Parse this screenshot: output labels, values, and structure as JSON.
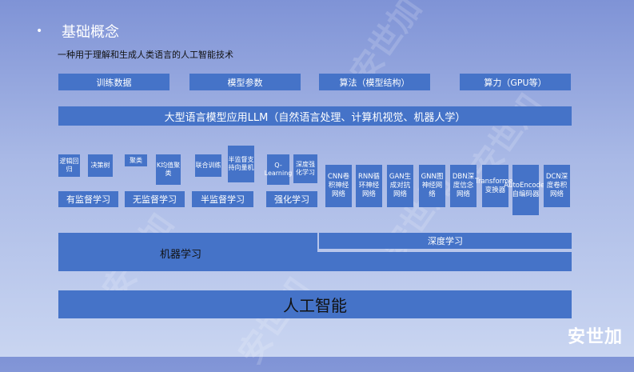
{
  "watermark": "安世加",
  "slide": {
    "bullet": "•",
    "title": "基础概念",
    "subtitle": "一种用于理解和生成人类语言的人工智能技术"
  },
  "factors": [
    "训练数据",
    "模型参数",
    "算法（模型结构）",
    "算力（GPU等）"
  ],
  "llm_bar": "大型语言模型应用LLM（自然语言处理、计算机视觉、机器人学）",
  "ml_algorithms": [
    "逻辑回归",
    "决策树",
    "聚类",
    "K均值聚类",
    "联合训练",
    "半监督支持向量机",
    "Q-Learning",
    "深度强化学习"
  ],
  "ml_categories": [
    "有监督学习",
    "无监督学习",
    "半监督学习",
    "强化学习"
  ],
  "dl_models": [
    "CNN卷积神经网络",
    "RNN循环神经网络",
    "GAN生成对抗网络",
    "GNN图神经网络",
    "DBN深度信念网络",
    "Transformer变换器",
    "AutoEncoder自编码器",
    "DCN深度卷积网络"
  ],
  "layers": {
    "deep_learning": "深度学习",
    "machine_learning": "机器学习",
    "ai": "人工智能"
  },
  "logo": "安世加"
}
